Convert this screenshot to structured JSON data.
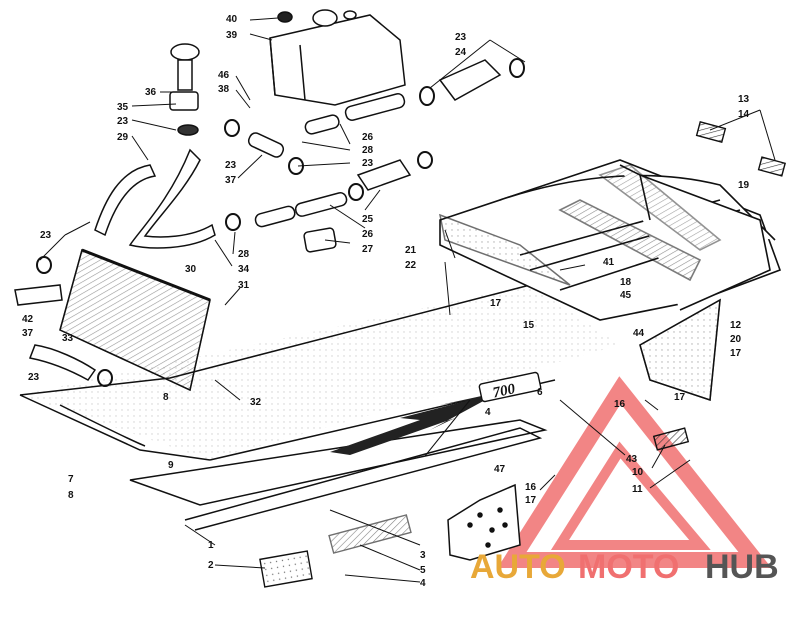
{
  "diagram": {
    "callouts": [
      "1",
      "2",
      "3",
      "4",
      "5",
      "6",
      "7",
      "8",
      "9",
      "10",
      "11",
      "12",
      "13",
      "14",
      "15",
      "16",
      "17",
      "18",
      "19",
      "20",
      "21",
      "22",
      "23",
      "24",
      "25",
      "26",
      "27",
      "28",
      "29",
      "30",
      "31",
      "32",
      "33",
      "34",
      "35",
      "36",
      "37",
      "38",
      "39",
      "40",
      "41",
      "42",
      "43",
      "44",
      "45",
      "46",
      "47"
    ],
    "model_badge": "700"
  },
  "watermark": {
    "part1": "AUTO",
    "part2": "MOTO",
    "part3": "HUB",
    "color_primary": "#f07070",
    "color_secondary": "#e8a838",
    "color_dark": "#555555"
  },
  "labels": [
    {
      "id": "40",
      "text": "40"
    },
    {
      "id": "39",
      "text": "39"
    },
    {
      "id": "36",
      "text": "36"
    },
    {
      "id": "46",
      "text": "46"
    },
    {
      "id": "38",
      "text": "38"
    },
    {
      "id": "35",
      "text": "35"
    },
    {
      "id": "23a",
      "text": "23"
    },
    {
      "id": "29",
      "text": "29"
    },
    {
      "id": "23b",
      "text": "23"
    },
    {
      "id": "37a",
      "text": "37"
    },
    {
      "id": "26a",
      "text": "26"
    },
    {
      "id": "28a",
      "text": "28"
    },
    {
      "id": "23c",
      "text": "23"
    },
    {
      "id": "23d",
      "text": "23"
    },
    {
      "id": "24",
      "text": "24"
    },
    {
      "id": "25",
      "text": "25"
    },
    {
      "id": "26b",
      "text": "26"
    },
    {
      "id": "27",
      "text": "27"
    },
    {
      "id": "28b",
      "text": "28"
    },
    {
      "id": "34",
      "text": "34"
    },
    {
      "id": "30",
      "text": "30"
    },
    {
      "id": "31",
      "text": "31"
    },
    {
      "id": "23e",
      "text": "23"
    },
    {
      "id": "42",
      "text": "42"
    },
    {
      "id": "37b",
      "text": "37"
    },
    {
      "id": "33",
      "text": "33"
    },
    {
      "id": "23f",
      "text": "23"
    },
    {
      "id": "8a",
      "text": "8"
    },
    {
      "id": "32",
      "text": "32"
    },
    {
      "id": "7",
      "text": "7"
    },
    {
      "id": "8b",
      "text": "8"
    },
    {
      "id": "9",
      "text": "9"
    },
    {
      "id": "13",
      "text": "13"
    },
    {
      "id": "14",
      "text": "14"
    },
    {
      "id": "19",
      "text": "19"
    },
    {
      "id": "21",
      "text": "21"
    },
    {
      "id": "22",
      "text": "22"
    },
    {
      "id": "41",
      "text": "41"
    },
    {
      "id": "18",
      "text": "18"
    },
    {
      "id": "45",
      "text": "45"
    },
    {
      "id": "17a",
      "text": "17"
    },
    {
      "id": "15",
      "text": "15"
    },
    {
      "id": "44",
      "text": "44"
    },
    {
      "id": "12",
      "text": "12"
    },
    {
      "id": "20",
      "text": "20"
    },
    {
      "id": "17b",
      "text": "17"
    },
    {
      "id": "16a",
      "text": "16"
    },
    {
      "id": "17c",
      "text": "17"
    },
    {
      "id": "6",
      "text": "6"
    },
    {
      "id": "4a",
      "text": "4"
    },
    {
      "id": "43",
      "text": "43"
    },
    {
      "id": "10",
      "text": "10"
    },
    {
      "id": "11",
      "text": "11"
    },
    {
      "id": "47",
      "text": "47"
    },
    {
      "id": "16b",
      "text": "16"
    },
    {
      "id": "17d",
      "text": "17"
    },
    {
      "id": "1",
      "text": "1"
    },
    {
      "id": "2",
      "text": "2"
    },
    {
      "id": "3",
      "text": "3"
    },
    {
      "id": "5",
      "text": "5"
    },
    {
      "id": "4b",
      "text": "4"
    }
  ]
}
